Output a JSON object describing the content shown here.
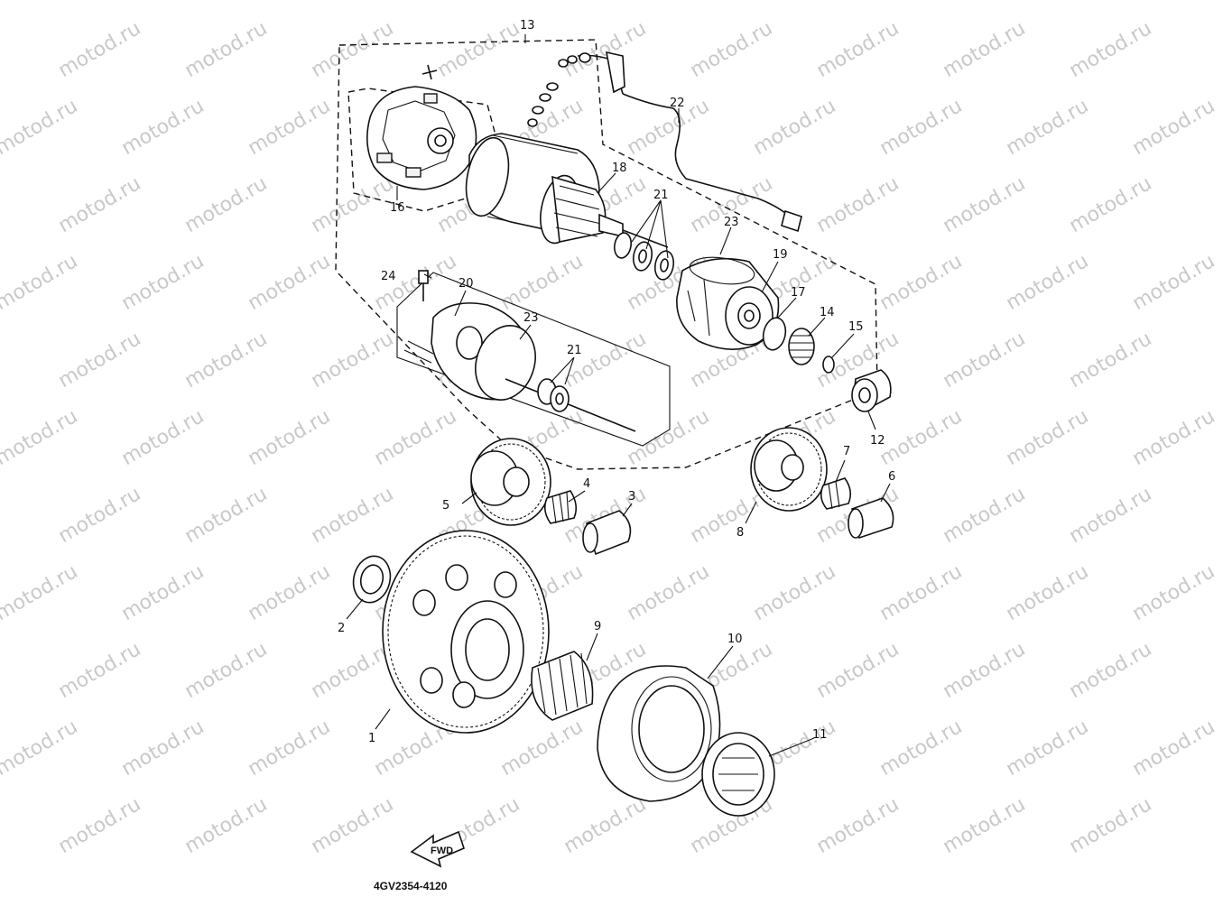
{
  "watermark": {
    "text": "motod.ru"
  },
  "diagram": {
    "drawing_code": "4GV2354-4120",
    "direction_label": "FWD",
    "callouts": [
      {
        "id": "c1",
        "text": "1"
      },
      {
        "id": "c2",
        "text": "2"
      },
      {
        "id": "c3",
        "text": "3"
      },
      {
        "id": "c4",
        "text": "4"
      },
      {
        "id": "c5",
        "text": "5"
      },
      {
        "id": "c6",
        "text": "6"
      },
      {
        "id": "c7",
        "text": "7"
      },
      {
        "id": "c8",
        "text": "8"
      },
      {
        "id": "c9",
        "text": "9"
      },
      {
        "id": "c10",
        "text": "10"
      },
      {
        "id": "c11",
        "text": "11"
      },
      {
        "id": "c12",
        "text": "12"
      },
      {
        "id": "c13",
        "text": "13"
      },
      {
        "id": "c14",
        "text": "14"
      },
      {
        "id": "c15",
        "text": "15"
      },
      {
        "id": "c16",
        "text": "16"
      },
      {
        "id": "c17",
        "text": "17"
      },
      {
        "id": "c18",
        "text": "18"
      },
      {
        "id": "c19",
        "text": "19"
      },
      {
        "id": "c20",
        "text": "20"
      },
      {
        "id": "c21a",
        "text": "21"
      },
      {
        "id": "c21b",
        "text": "21"
      },
      {
        "id": "c22",
        "text": "22"
      },
      {
        "id": "c23a",
        "text": "23"
      },
      {
        "id": "c23b",
        "text": "23"
      },
      {
        "id": "c24",
        "text": "24"
      }
    ]
  }
}
